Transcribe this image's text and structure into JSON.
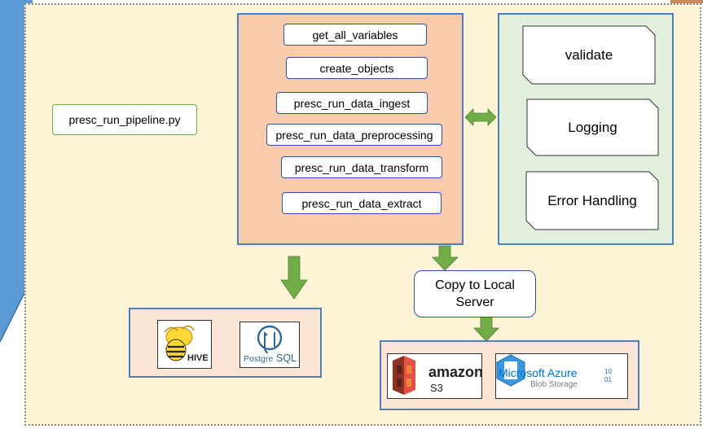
{
  "pipeline": {
    "script_label": "presc_run_pipeline.py"
  },
  "functions": [
    {
      "label": "get_all_variables"
    },
    {
      "label": "create_objects"
    },
    {
      "label": "presc_run_data_ingest"
    },
    {
      "label": "presc_run_data_preprocessing"
    },
    {
      "label": "presc_run_data_transform"
    },
    {
      "label": "presc_run_data_extract"
    }
  ],
  "utilities": [
    {
      "label": "validate"
    },
    {
      "label": "Logging"
    },
    {
      "label": "Error Handling"
    }
  ],
  "copy_step": {
    "line1": "Copy to Local",
    "line2": "Server"
  },
  "db_targets": {
    "hive": {
      "text": "HIVE"
    },
    "postgres": {
      "text_a": "Postgre",
      "text_b": "SQL"
    }
  },
  "cloud_targets": {
    "amazon": {
      "text": "amazon",
      "sub": "S3"
    },
    "azure": {
      "text": "Microsoft Azure",
      "sub": "Blob Storage",
      "glyph_a": "10",
      "glyph_b": "01"
    }
  },
  "colors": {
    "orchestrator_fill": "#f8cbad",
    "utility_fill": "#e2efda",
    "border_blue": "#4f7fb8",
    "arrow_green": "#70ad47",
    "slide_fill": "#fdf3d7"
  }
}
